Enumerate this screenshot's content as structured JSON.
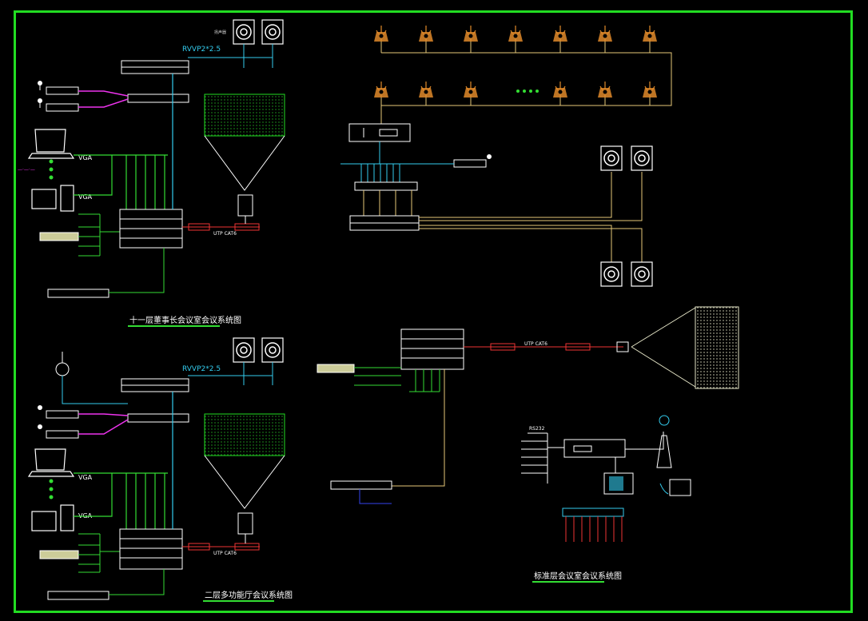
{
  "titles": {
    "top_left": "十一层董事长会议室会议系统图",
    "bottom_left": "二层多功能厅会议系统图",
    "bottom_right": "标准层会议室会议系统图"
  },
  "labels": {
    "cable_a": "RVVP2*2.5",
    "cable_b": "RVVP2*2.5",
    "vga_1": "VGA",
    "vga_2": "VGA",
    "vga_3": "VGA",
    "vga_4": "VGA",
    "utp_1": "UTP CAT6",
    "utp_2": "UTP CAT6",
    "utp_3": "UTP CAT6",
    "rs232": "RS232"
  },
  "colors": {
    "frame": "#22dd22",
    "wire_cyan": "#33ccee",
    "wire_green": "#33dd33",
    "wire_magenta": "#ee33ee",
    "wire_yellow": "#e6c878",
    "device": "#ffffff",
    "red": "#ee3333",
    "mic_orange": "#e08a2a"
  }
}
